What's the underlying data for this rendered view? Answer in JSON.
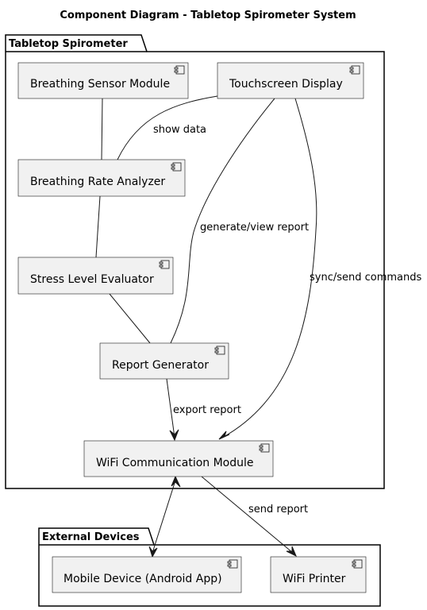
{
  "title": "Component Diagram - Tabletop Spirometer System",
  "packages": {
    "spirometer": "Tabletop Spirometer",
    "external": "External Devices"
  },
  "components": {
    "breathing_sensor": "Breathing Sensor Module",
    "touchscreen": "Touchscreen Display",
    "rate_analyzer": "Breathing Rate Analyzer",
    "stress_evaluator": "Stress Level Evaluator",
    "report_generator": "Report Generator",
    "wifi_module": "WiFi Communication Module",
    "mobile_device": "Mobile Device (Android App)",
    "wifi_printer": "WiFi Printer"
  },
  "relations": [
    {
      "from": "breathing_sensor",
      "to": "rate_analyzer",
      "label": ""
    },
    {
      "from": "touchscreen",
      "to": "rate_analyzer",
      "label": "show data"
    },
    {
      "from": "rate_analyzer",
      "to": "stress_evaluator",
      "label": ""
    },
    {
      "from": "stress_evaluator",
      "to": "report_generator",
      "label": ""
    },
    {
      "from": "touchscreen",
      "to": "report_generator",
      "label": "generate/view report"
    },
    {
      "from": "touchscreen",
      "to": "wifi_module",
      "label": "sync/send commands"
    },
    {
      "from": "report_generator",
      "to": "wifi_module",
      "label": "export report"
    },
    {
      "from": "wifi_module",
      "to": "mobile_device",
      "label": ""
    },
    {
      "from": "wifi_module",
      "to": "wifi_printer",
      "label": "send report"
    }
  ]
}
